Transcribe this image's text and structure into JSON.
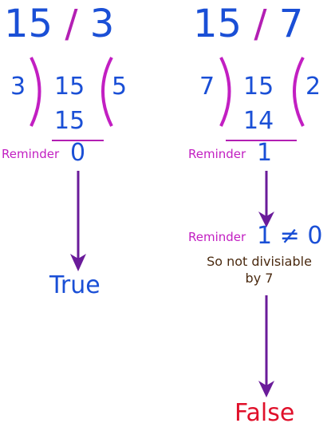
{
  "left": {
    "title": {
      "dividend": "15",
      "slash": "/",
      "divisor": "3"
    },
    "divisor": "3",
    "dividend": "15",
    "product": "15",
    "quotient": "5",
    "reminder_label": "Reminder",
    "reminder_value": "0",
    "result": "True"
  },
  "right": {
    "title": {
      "dividend": "15",
      "slash": "/",
      "divisor": "7"
    },
    "divisor": "7",
    "dividend": "15",
    "product": "14",
    "quotient": "2",
    "reminder_label": "Reminder",
    "reminder_value": "1",
    "compare_label": "Reminder",
    "compare_left": "1",
    "compare_symbol": "≠",
    "compare_right": "0",
    "note_line1": "So not divisiable",
    "note_line2": "by 7",
    "result": "False"
  },
  "colors": {
    "number": "#1a4fd6",
    "bracket": "#c21fc2",
    "arrow": "#6a1b9a",
    "label": "#c21fc2",
    "true": "#1a4fd6",
    "false": "#e0102a"
  }
}
